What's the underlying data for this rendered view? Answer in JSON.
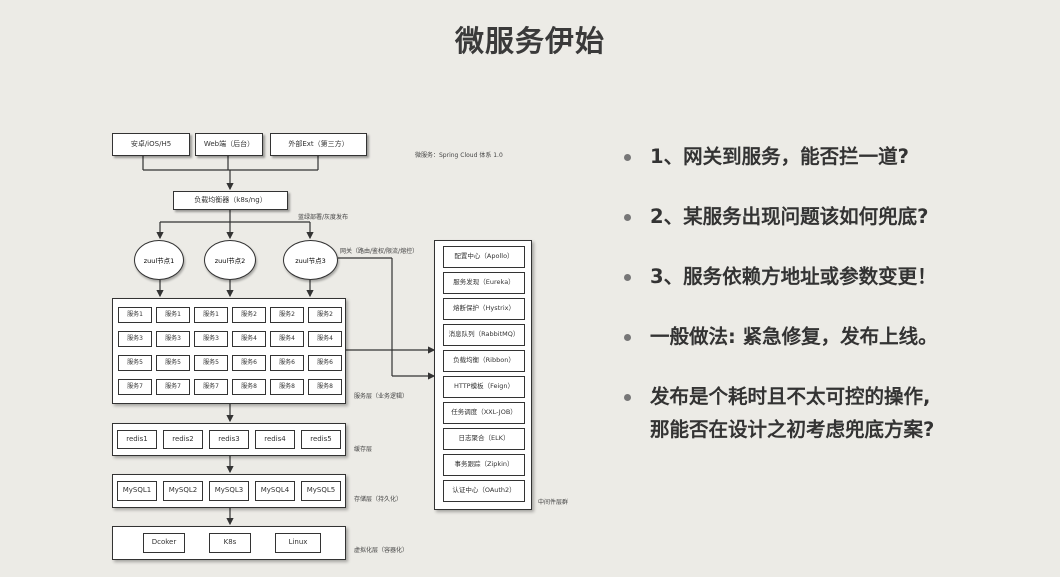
{
  "title": "微服务伊始",
  "diagram": {
    "clients": [
      "安卓/iOS/H5",
      "Web端（后台）",
      "外部Ext（第三方）"
    ],
    "system_label": "微服务：Spring Cloud 体系 1.0",
    "load_balancer": "负载均衡器（k8s/ng）",
    "lb_note": "蓝绿部署/灰度发布",
    "gateways": [
      "zuul节点1",
      "zuul节点2",
      "zuul节点3"
    ],
    "gateway_note": "网关（路由/鉴权/限流/熔控）",
    "service_rows": [
      [
        "服务1",
        "服务1",
        "服务1",
        "服务2",
        "服务2",
        "服务2"
      ],
      [
        "服务3",
        "服务3",
        "服务3",
        "服务4",
        "服务4",
        "服务4"
      ],
      [
        "服务5",
        "服务5",
        "服务5",
        "服务6",
        "服务6",
        "服务6"
      ],
      [
        "服务7",
        "服务7",
        "服务7",
        "服务8",
        "服务8",
        "服务8"
      ]
    ],
    "service_layer_label": "服务层（业务逻辑）",
    "cache": [
      "redis1",
      "redis2",
      "redis3",
      "redis4",
      "redis5"
    ],
    "cache_label": "缓存层",
    "storage": [
      "MySQL1",
      "MySQL2",
      "MySQL3",
      "MySQL4",
      "MySQL5"
    ],
    "storage_label": "存储层（持久化）",
    "virtual": [
      "Dcoker",
      "K8s",
      "Linux"
    ],
    "virtual_label": "虚拟化层（容器化）",
    "middleware": [
      "配置中心（Apollo）",
      "服务发现（Eureka）",
      "熔断保护（Hystrix）",
      "消息队列（RabbitMQ）",
      "负载均衡（Ribbon）",
      "HTTP模板（Feign）",
      "任务调度（XXL-JOB）",
      "日志聚合（ELK）",
      "事务跟踪（Zipkin）",
      "认证中心（OAuth2）"
    ],
    "middleware_label": "中间件层群"
  },
  "bullets": [
    "1、网关到服务，能否拦一道?",
    "2、某服务出现问题该如何兜底?",
    "3、服务依赖方地址或参数变更！",
    "一般做法: 紧急修复，发布上线。",
    "发布是个耗时且不太可控的操作,",
    "那能否在设计之初考虑兜底方案?"
  ]
}
